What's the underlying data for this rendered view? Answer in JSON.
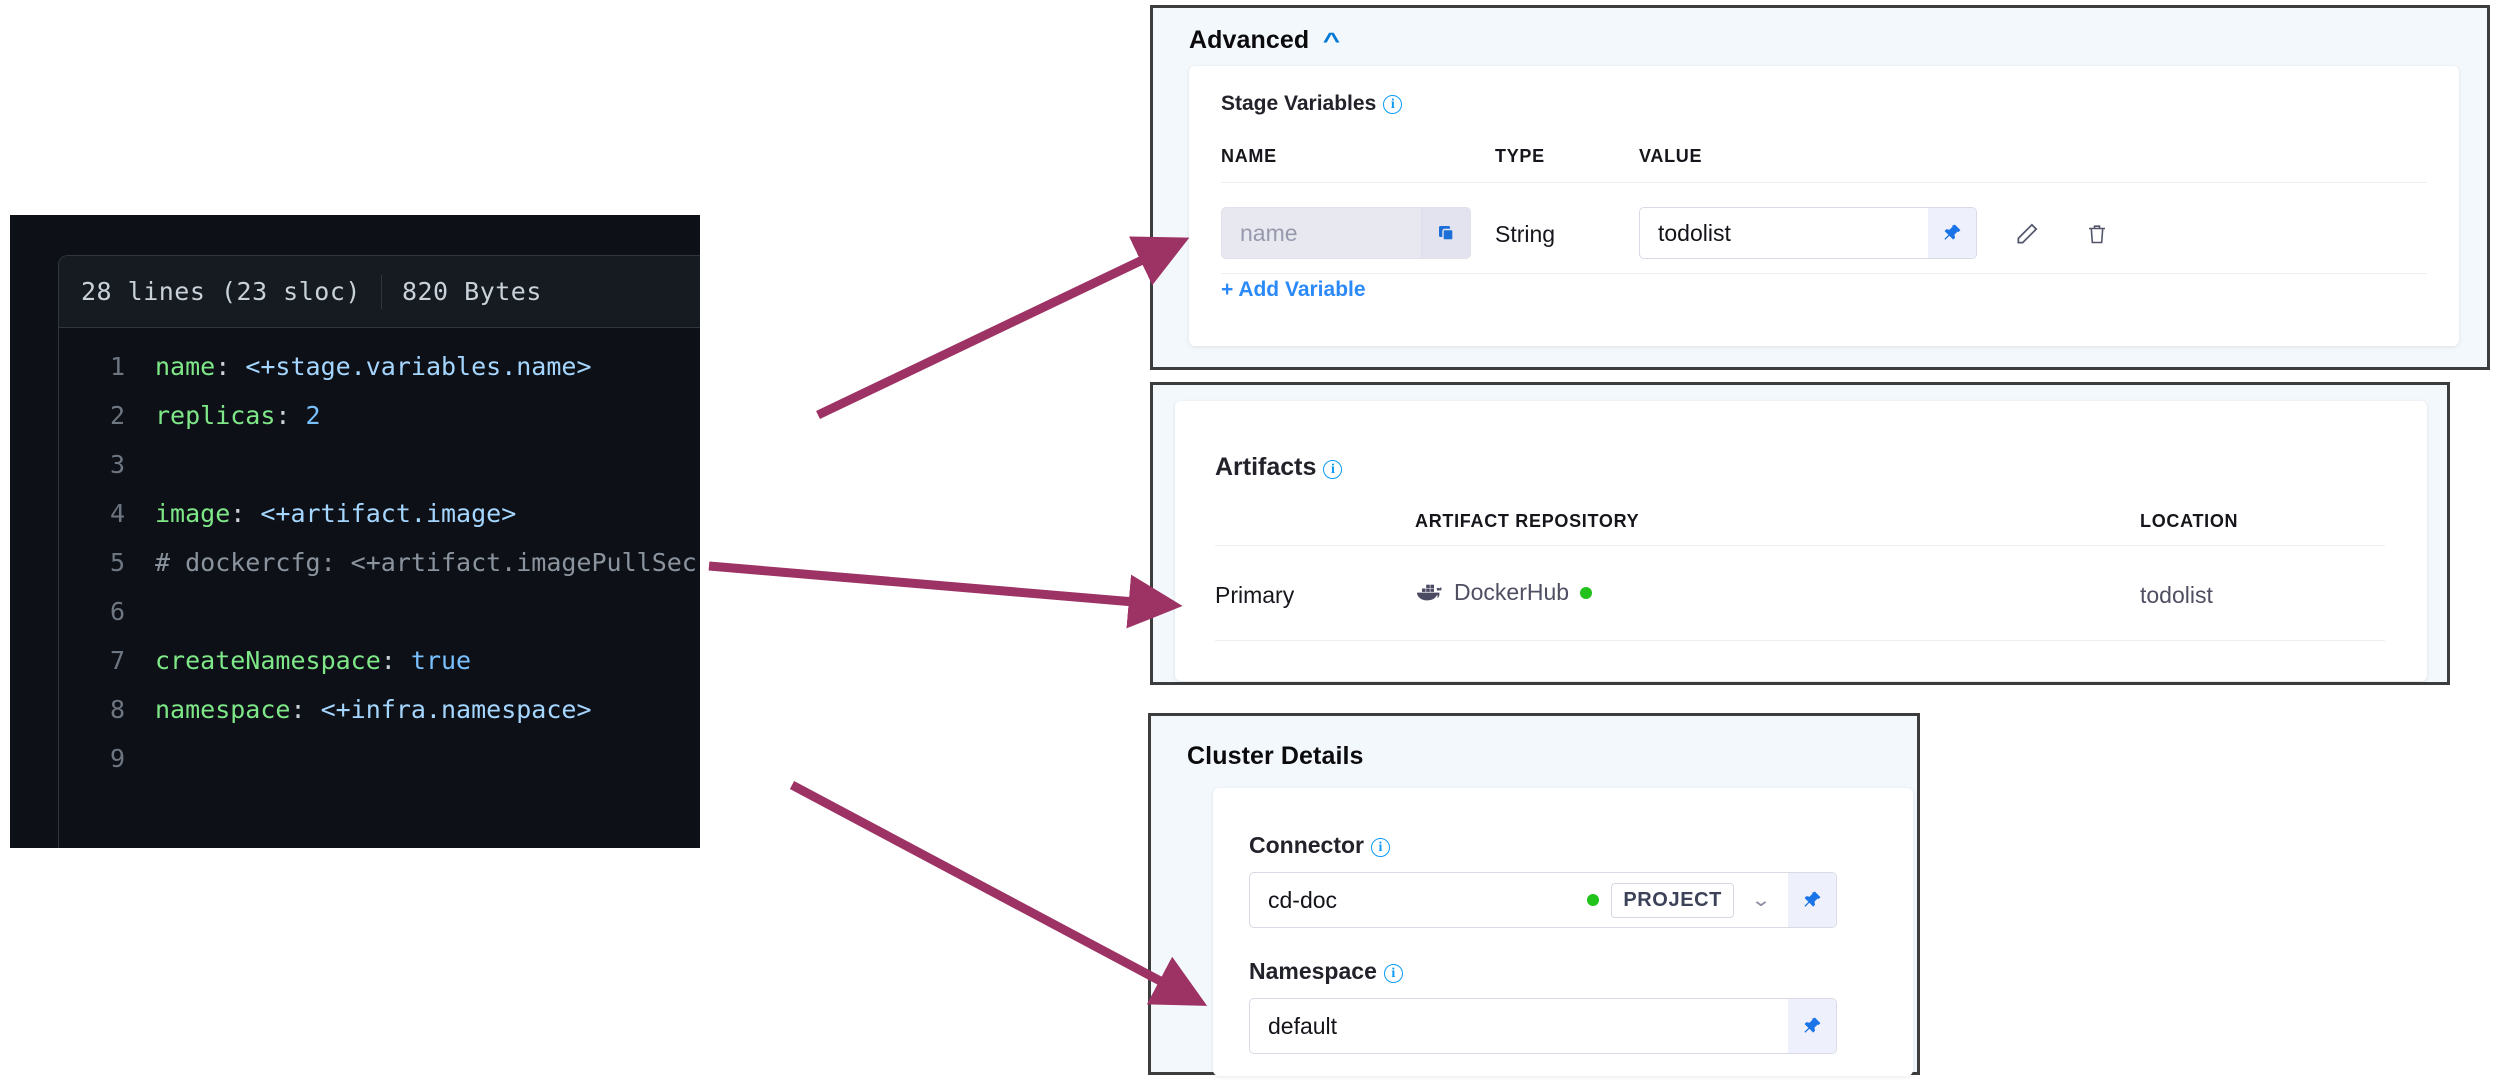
{
  "code_viewer": {
    "lines_label": "28 lines (23 sloc)",
    "size_label": "820 Bytes",
    "lines": [
      {
        "n": "1",
        "text": "name: <+stage.variables.name>"
      },
      {
        "n": "2",
        "text": "replicas: 2"
      },
      {
        "n": "3",
        "text": ""
      },
      {
        "n": "4",
        "text": "image: <+artifact.image>"
      },
      {
        "n": "5",
        "text": "# dockercfg: <+artifact.imagePullSecret>"
      },
      {
        "n": "6",
        "text": ""
      },
      {
        "n": "7",
        "text": "createNamespace: true"
      },
      {
        "n": "8",
        "text": "namespace: <+infra.namespace>"
      },
      {
        "n": "9",
        "text": ""
      }
    ]
  },
  "advanced_panel": {
    "title": "Advanced",
    "collapse_icon": "chevron-up-icon",
    "stage_variables": {
      "title": "Stage Variables",
      "info_icon": "info-icon",
      "columns": [
        "NAME",
        "TYPE",
        "VALUE"
      ],
      "rows": [
        {
          "name_value": "",
          "name_placeholder": "name",
          "name_adornment_icon": "copy-icon",
          "type": "String",
          "value": "todolist",
          "value_pin_icon": "pin-icon",
          "edit_icon": "pencil-icon",
          "delete_icon": "trash-icon"
        }
      ],
      "add_variable_label": "+ Add Variable"
    }
  },
  "artifacts_panel": {
    "title": "Artifacts",
    "info_icon": "info-icon",
    "columns": [
      "",
      "ARTIFACT REPOSITORY",
      "LOCATION"
    ],
    "rows": [
      {
        "type": "Primary",
        "repository": "DockerHub",
        "repository_icon": "docker-icon",
        "status_icon": "green-status-dot",
        "location": "todolist"
      }
    ]
  },
  "cluster_details_panel": {
    "title": "Cluster Details",
    "connector": {
      "label": "Connector",
      "info_icon": "info-icon",
      "value": "cd-doc",
      "status_icon": "green-status-dot",
      "scope_badge": "PROJECT",
      "dropdown_icon": "chevron-down-icon",
      "pin_icon": "pin-icon"
    },
    "namespace": {
      "label": "Namespace",
      "info_icon": "info-icon",
      "value": "default",
      "pin_icon": "pin-icon"
    }
  },
  "annotations": {
    "arrow_color": "#9d3264",
    "arrows": [
      {
        "name": "arrow-name-variable",
        "from": "code line 1 name expression",
        "to": "stage variable name field"
      },
      {
        "name": "arrow-artifact-image",
        "from": "code line 4 image expression",
        "to": "artifacts primary row"
      },
      {
        "name": "arrow-infra-namespace",
        "from": "code line 8 namespace expression",
        "to": "cluster details namespace field"
      }
    ]
  },
  "colors": {
    "accent_blue": "#2c8af8",
    "status_green": "#21c21b",
    "arrow_magenta": "#9d3264",
    "code_bg": "#0d1117",
    "panel_border": "#3d3d3d"
  }
}
